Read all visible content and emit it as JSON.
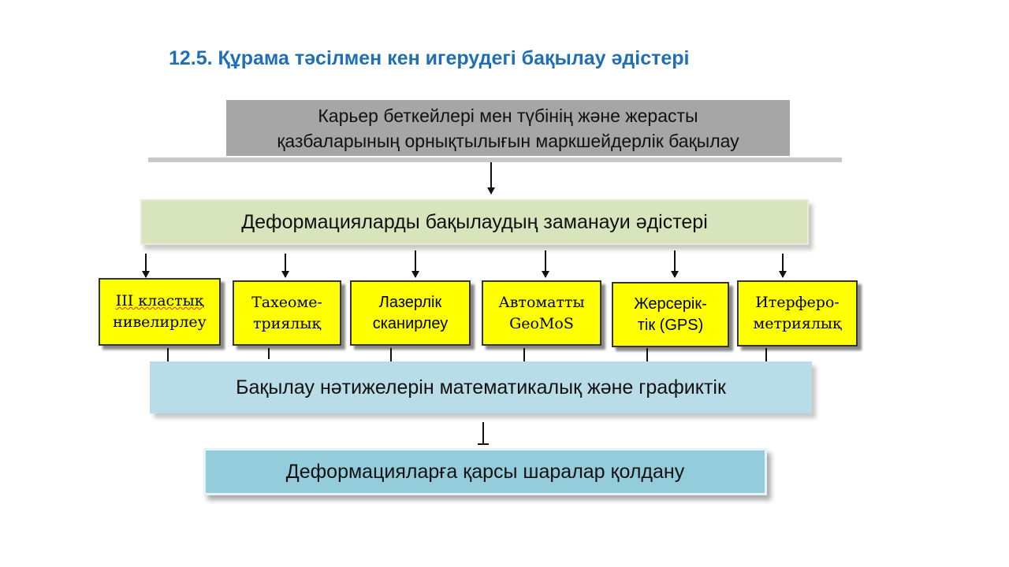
{
  "title": "12.5. Құрама тәсілмен кен игерудегі бақылау әдістері",
  "top_box": {
    "line1": "Карьер беткейлері мен түбінің  және жерасты",
    "line2": "қазбаларының орнықтылығын маркшейдерлік бақылау"
  },
  "modern_methods": "Деформацияларды бақылаудың  заманауи әдістері",
  "methods": [
    {
      "line1": "III кластық",
      "line2": "нивелирлеу"
    },
    {
      "line1": "Тахеоме-",
      "line2": "триялық"
    },
    {
      "line1": "Лазерлік",
      "line2": "сканирлеу"
    },
    {
      "line1": "Автоматты",
      "line2": "GeoMoS"
    },
    {
      "line1": "Жерсерік-",
      "line2": "тік (GPS)"
    },
    {
      "line1": "Итерферо-",
      "line2": "метриялық"
    }
  ],
  "processing": "Бақылау нәтижелерін  математикалық және  графиктік",
  "measures": "Деформацияларға қарсы шаралар қолдану",
  "colors": {
    "title": "#1f6fb5",
    "top_box": "#a6a6a6",
    "modern_box": "#d8e4bc",
    "method_box": "#ffff00",
    "processing_box": "#b8dde8",
    "measures_box": "#93cddc"
  }
}
